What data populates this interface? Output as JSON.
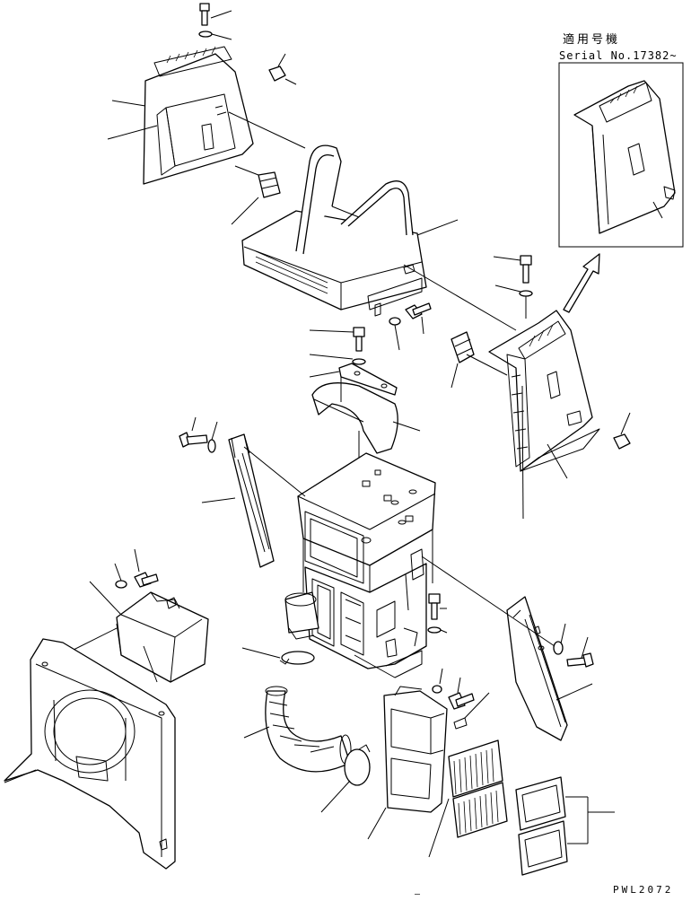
{
  "diagram": {
    "inset_title_jp": "適用号機",
    "inset_title_serial": "Serial No.17382~",
    "drawing_code": "PWL2072",
    "page_mark": "–"
  },
  "colors": {
    "line": "#000000",
    "background": "#ffffff"
  }
}
